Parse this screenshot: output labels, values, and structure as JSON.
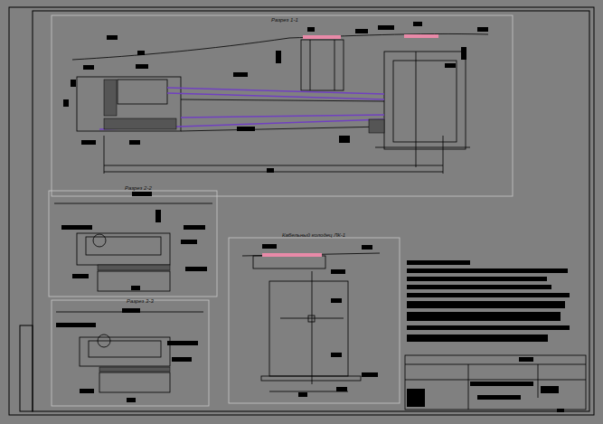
{
  "diagram": {
    "labels": [
      "Разрез 1-1",
      "Разрез 2-2",
      "Разрез 3-3",
      "Кабельный колодец ЛК-1"
    ]
  }
}
